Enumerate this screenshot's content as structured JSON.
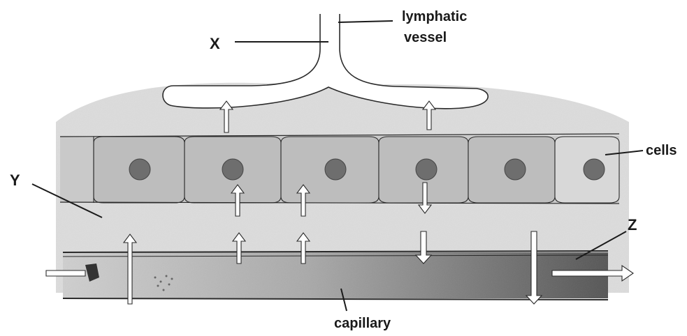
{
  "labels": {
    "lymphatic_line1": "lymphatic",
    "lymphatic_line2": "vessel",
    "x": "X",
    "y": "Y",
    "z": "Z",
    "cells": "cells",
    "capillary": "capillary"
  },
  "colors": {
    "tissue_fluid": "#dcdcdc",
    "cell_fill": "#bdbdbd",
    "nucleus": "#6e6e6e",
    "capillary_light": "#bcbcbc",
    "capillary_dark": "#595959",
    "outline": "#2a2a2a",
    "arrow_fill": "#ffffff"
  },
  "arrows": {
    "cells_to_lymph": [
      "up",
      "up"
    ],
    "tissue_to_cells": [
      "up",
      "up",
      "down"
    ],
    "capillary_exchange": [
      "up",
      "up",
      "up",
      "down",
      "down"
    ],
    "blood_flow": [
      "right"
    ]
  },
  "cells": {
    "count": 6,
    "has_nucleus": true
  }
}
